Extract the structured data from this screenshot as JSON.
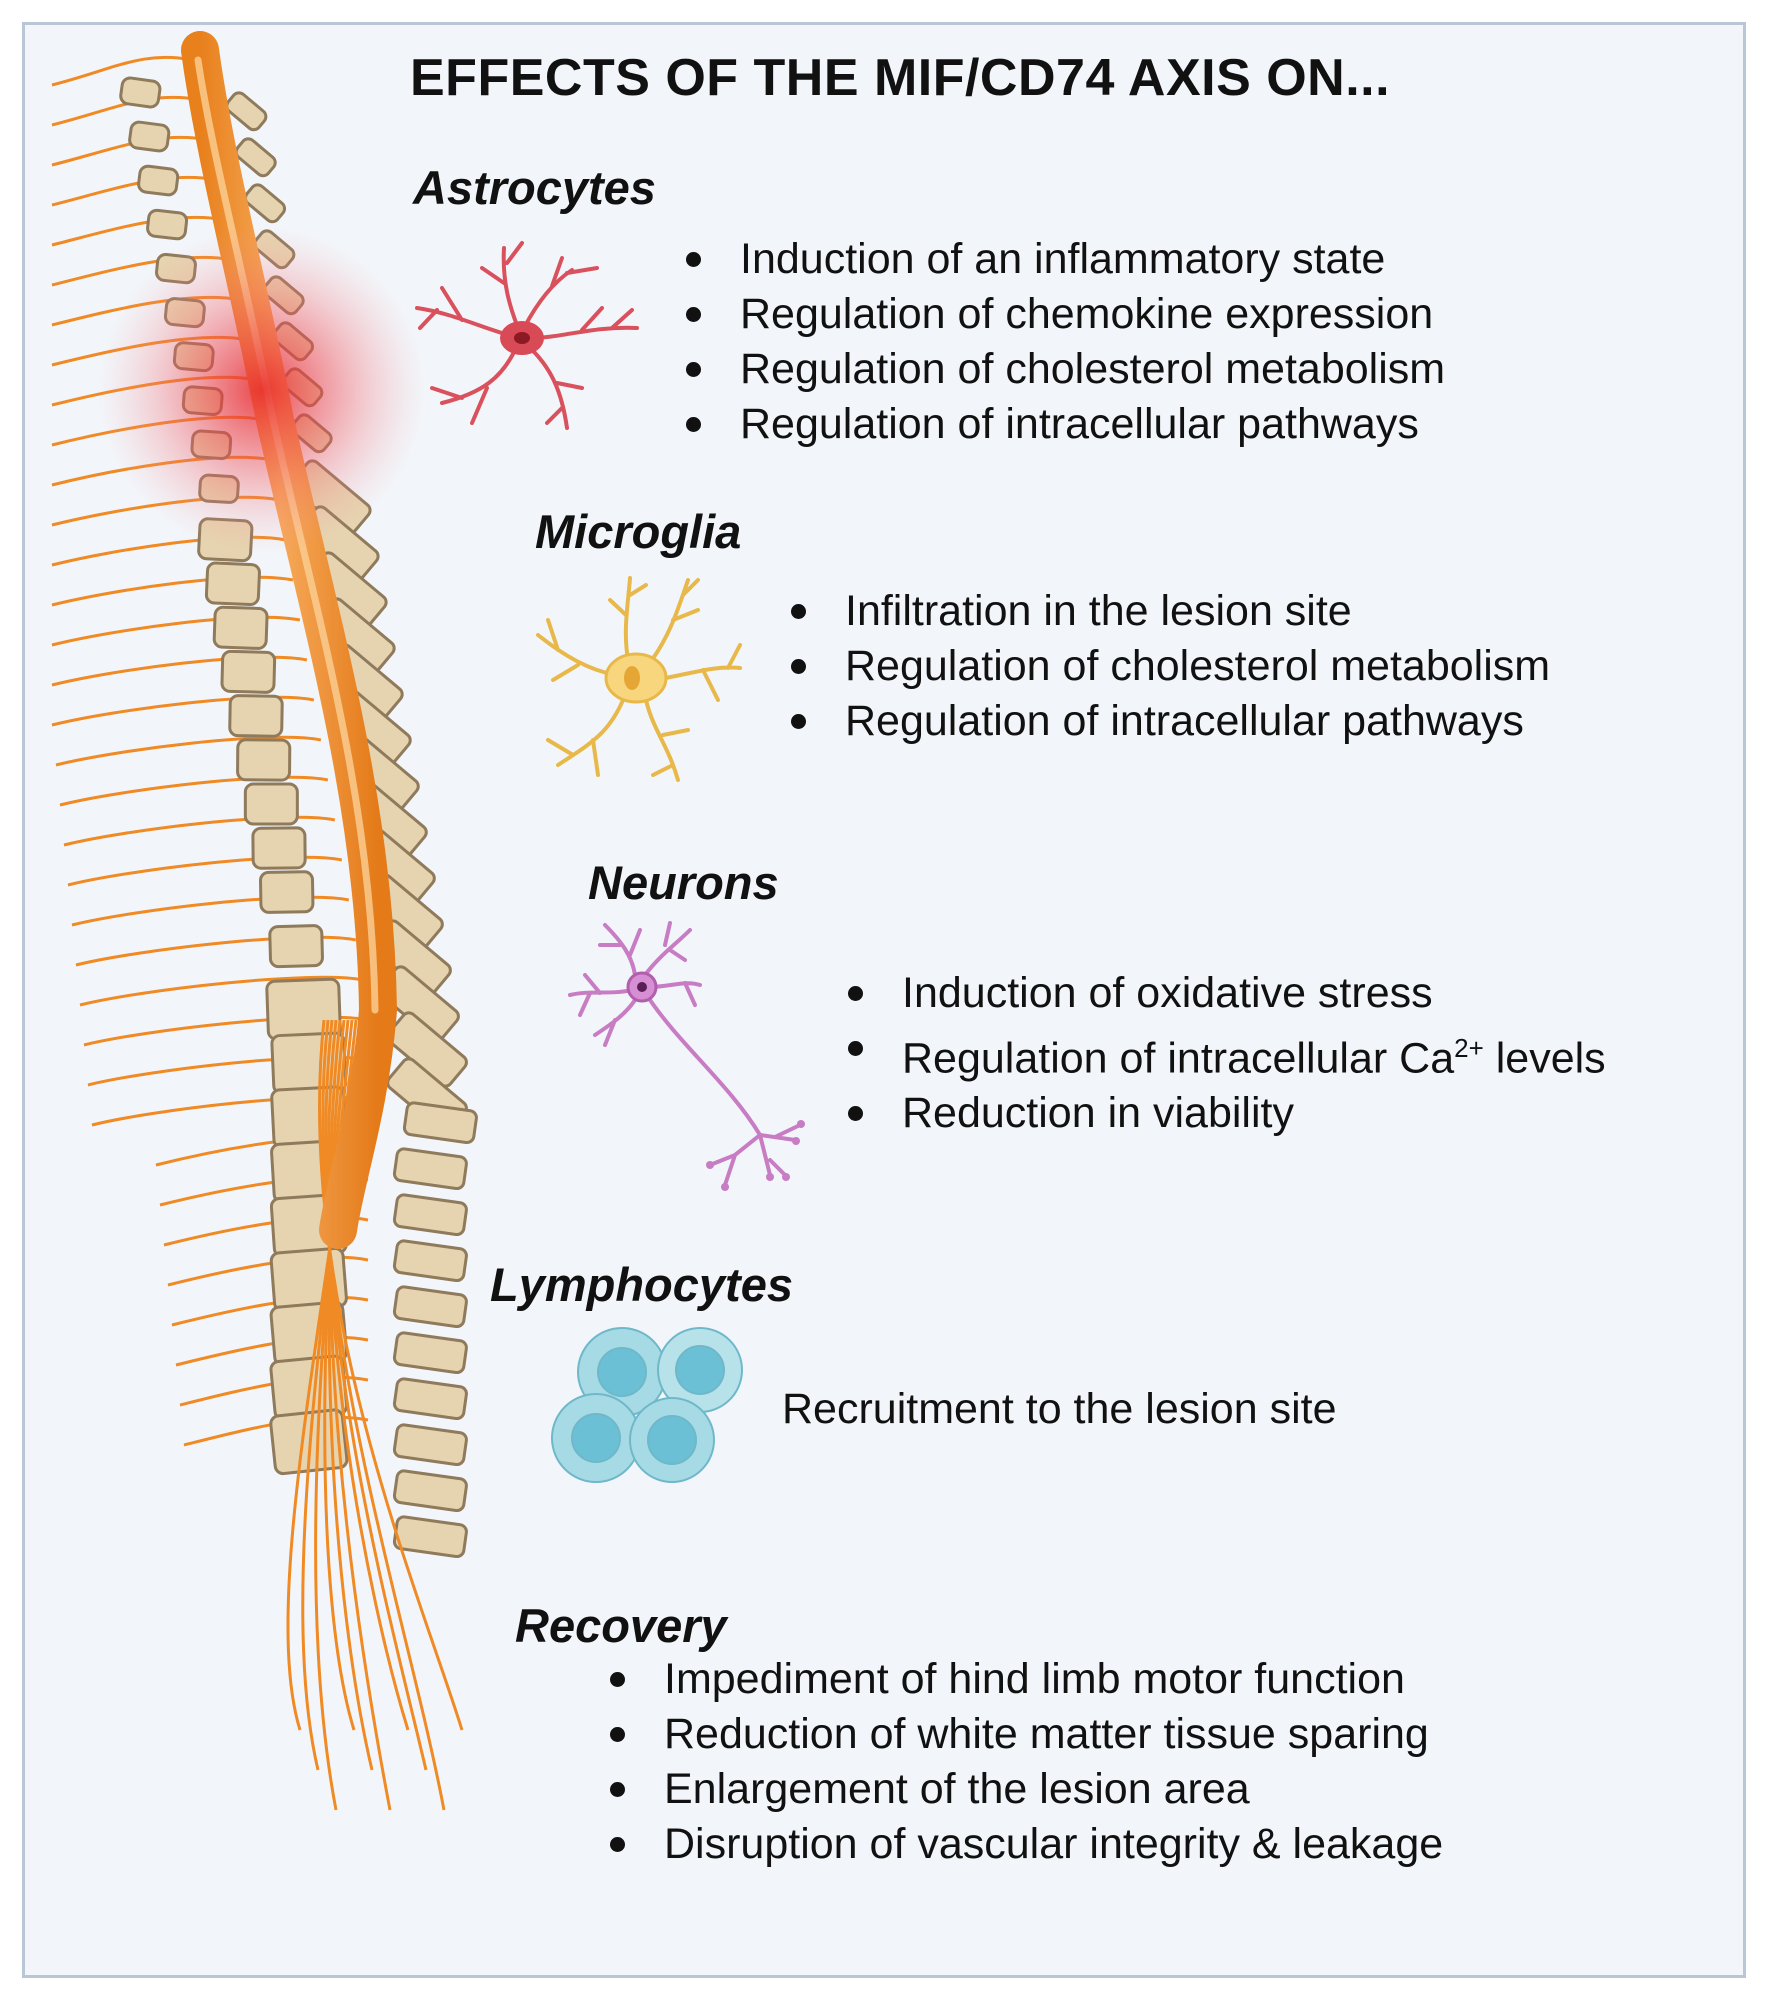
{
  "title": "EFFECTS OF THE MIF/CD74 AXIS ON...",
  "sections": {
    "astrocytes": {
      "title": "Astrocytes",
      "items": [
        "Induction of an inflammatory state",
        "Regulation of chemokine expression",
        "Regulation of cholesterol metabolism",
        "Regulation of intracellular pathways"
      ]
    },
    "microglia": {
      "title": "Microglia",
      "items": [
        "Infiltration in the lesion site",
        "Regulation of cholesterol metabolism",
        "Regulation of intracellular pathways"
      ]
    },
    "neurons": {
      "title": "Neurons",
      "items": [
        "Induction of oxidative stress",
        "Reduction in viability"
      ],
      "ca_item": {
        "before": "Regulation of intracellular Ca",
        "sup": "2+",
        "after": " levels"
      }
    },
    "lymphocytes": {
      "title": "Lymphocytes",
      "text": "Recruitment to the lesion site"
    },
    "recovery": {
      "title": "Recovery",
      "items": [
        "Impediment of hind limb motor function",
        "Reduction of white matter tissue sparing",
        "Enlargement of the lesion area",
        "Disruption of vascular integrity & leakage"
      ]
    }
  },
  "colors": {
    "spinal_cord": "#f08a24",
    "vertebra_fill": "#e6d4b0",
    "vertebra_stroke": "#8f7a5c",
    "lesion_glow": "#e8262a",
    "astrocyte": "#e0606a",
    "microglia": "#f3cf6e",
    "neuron": "#c77cc4",
    "lymphocyte": "#a6dbe6"
  }
}
